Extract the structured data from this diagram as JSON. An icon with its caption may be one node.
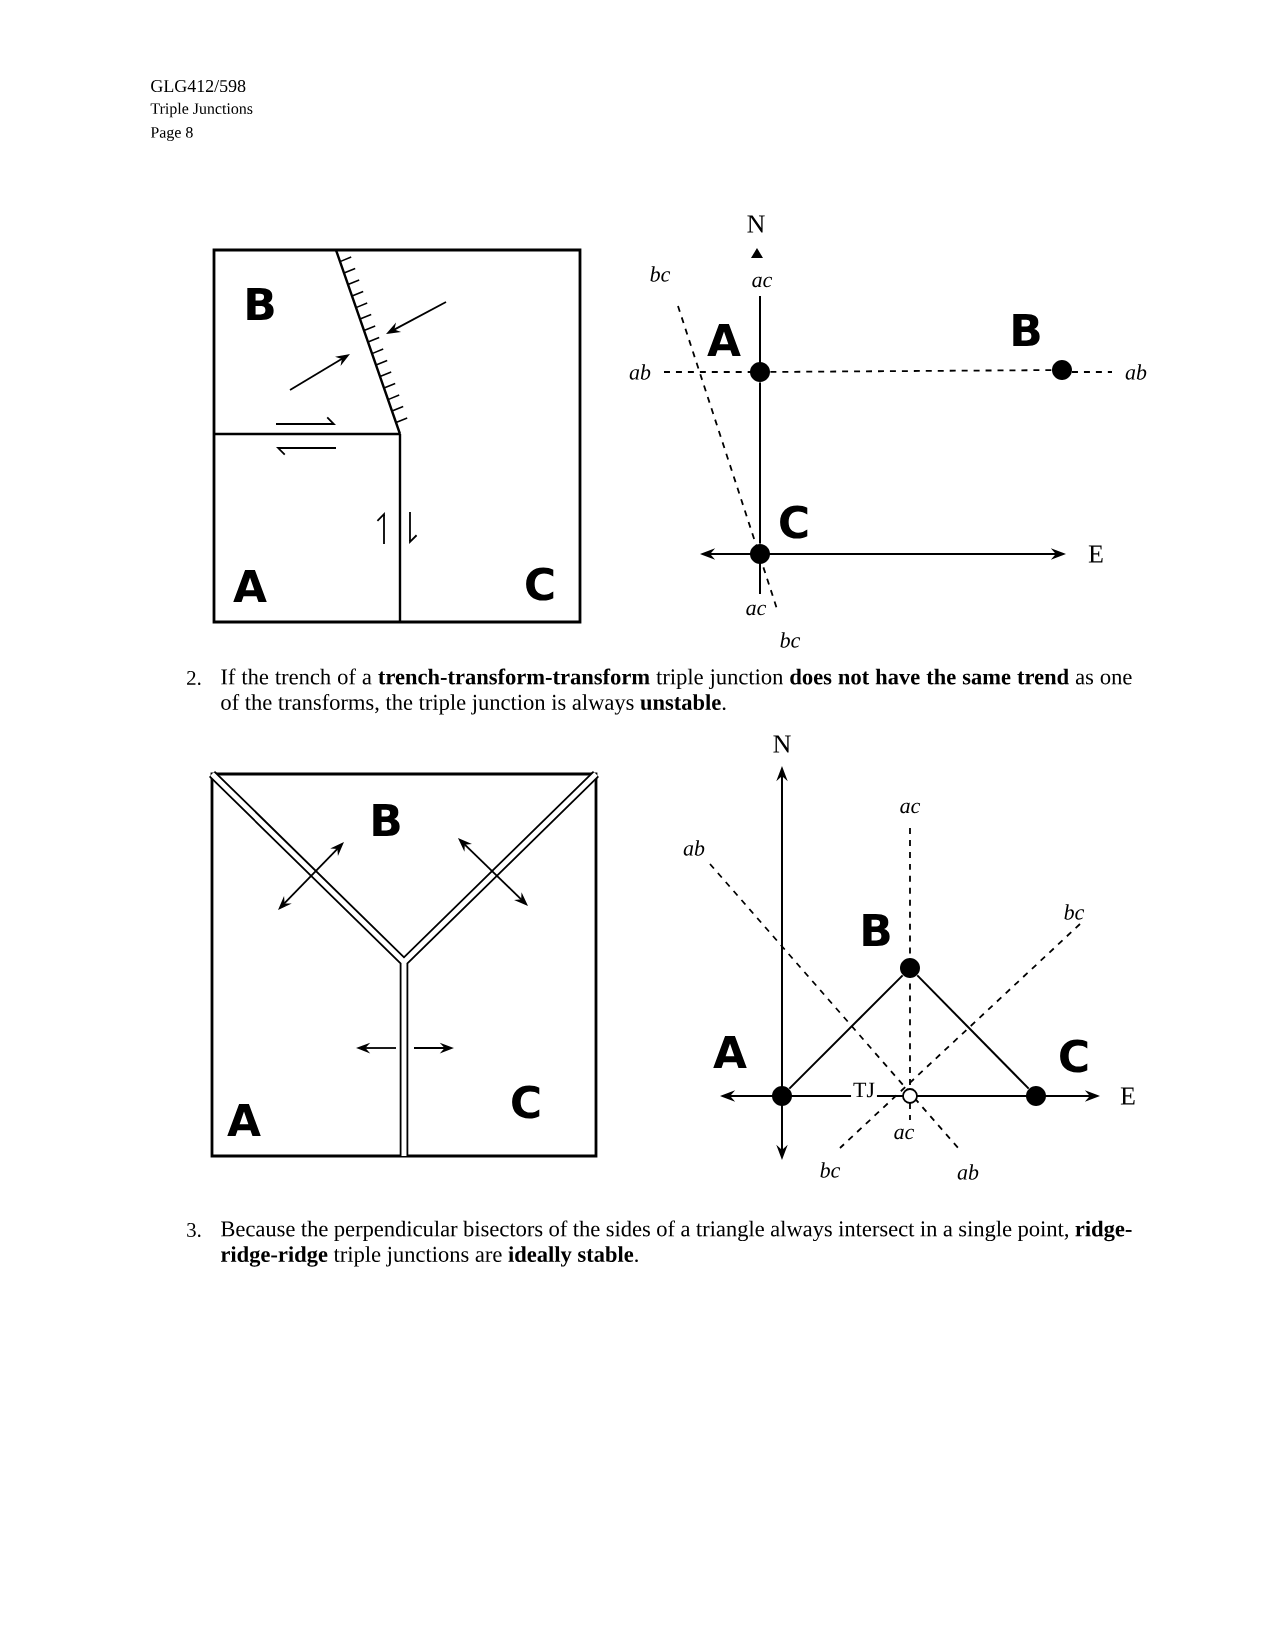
{
  "diagram": {
    "nodes": [
      {
        "text": [],
        "shape": "circle",
        "beside": [
          "A"
        ]
      },
      {
        "text": [],
        "shape": "circle",
        "beside": [
          "B"
        ]
      },
      {
        "text": [],
        "shape": "circle",
        "beside": [
          "C"
        ]
      },
      {
        "text": [],
        "shape": "circle",
        "beside": [
          "A"
        ]
      },
      {
        "text": [],
        "shape": "circle",
        "beside": [
          "B"
        ]
      },
      {
        "text": [],
        "shape": "circle",
        "beside": [
          "C"
        ]
      },
      {
        "text": [],
        "shape": "circle",
        "beside": [
          "TJ"
        ]
      }
    ],
    "edges": [
      {
        "from": 0,
        "to": 1,
        "arrow": "none",
        "style": "dashed"
      },
      {
        "from": 0,
        "to": 2,
        "arrow": "none"
      },
      {
        "from": 3,
        "to": 4,
        "arrow": "none"
      },
      {
        "from": 4,
        "to": 5,
        "arrow": "none"
      }
    ],
    "labels": [
      "GLG412/598",
      "Triple Junctions",
      "Page 8",
      "B",
      "A",
      "C",
      "N",
      "bc",
      "ac",
      "ab",
      "ab",
      "E",
      "ac",
      "bc",
      "2.",
      "If the trench of a **trench-transform-transform** triple junction **does not have the same trend** as one of the transforms, the triple junction is always **unstable**.",
      "B",
      "A",
      "C",
      "N",
      "ac",
      "ab",
      "bc",
      "E",
      "ac",
      "bc",
      "ab",
      "3.",
      "Because the perpendicular bisectors of the sides of a triangle always intersect in a single point, **ridge- ridge-ridge** triple junctions are **ideally stable**."
    ]
  }
}
